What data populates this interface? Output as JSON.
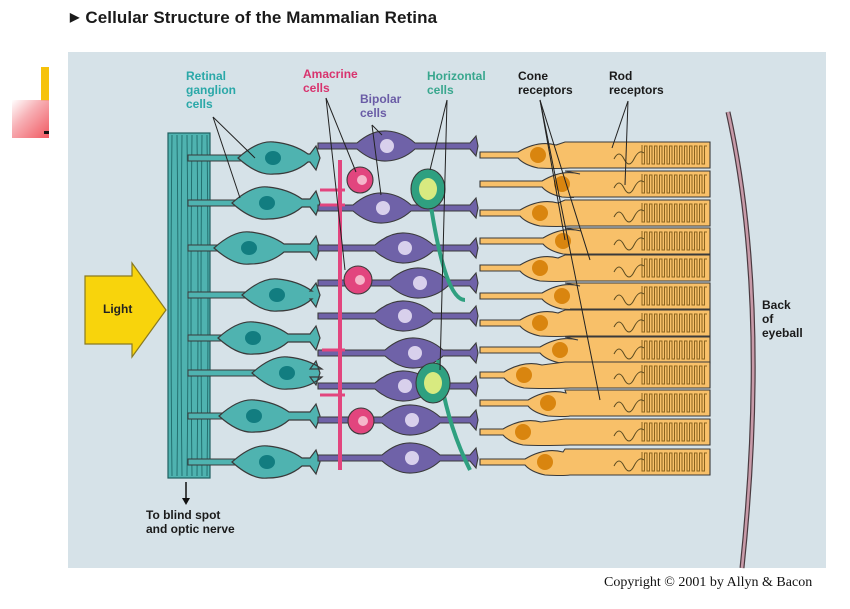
{
  "title": "Cellular Structure of the Mammalian Retina",
  "title_marker_icon": "triangle-right-icon",
  "labels": {
    "ganglion": "Retinal\nganglion\ncells",
    "amacrine": "Amacrine\ncells",
    "bipolar": "Bipolar\ncells",
    "horizontal": "Horizontal\ncells",
    "cone": "Cone\nreceptors",
    "rod": "Rod\nreceptors",
    "light": "Light",
    "back_of_eyeball": "Back\nof\neyeball",
    "optic_nerve": "To blind spot\nand optic nerve"
  },
  "copyright": "Copyright © 2001 by Allyn & Bacon",
  "colors": {
    "panel_bg": "#d6e2e8",
    "ganglion": "#4fb3b0",
    "ganglion_nucleus": "#127d80",
    "amacrine": "#e2457e",
    "amacrine_nucleus": "#f5b7cb",
    "bipolar": "#6f62a8",
    "bipolar_nucleus": "#d8d0ec",
    "horizontal": "#2fa080",
    "horizontal_nucleus": "#d8ea80",
    "photoreceptor": "#f8c069",
    "photoreceptor_nucleus": "#d9850f",
    "outline": "#4a4030",
    "label_ganglion": "#2aa8a8",
    "label_amacrine": "#d8336e",
    "label_bipolar": "#6a5ca6",
    "label_horizontal": "#39a78e",
    "label_dark": "#1a1a1a",
    "light_arrow": "#f8d40c",
    "eyeball_wall": "#c89aa8"
  }
}
